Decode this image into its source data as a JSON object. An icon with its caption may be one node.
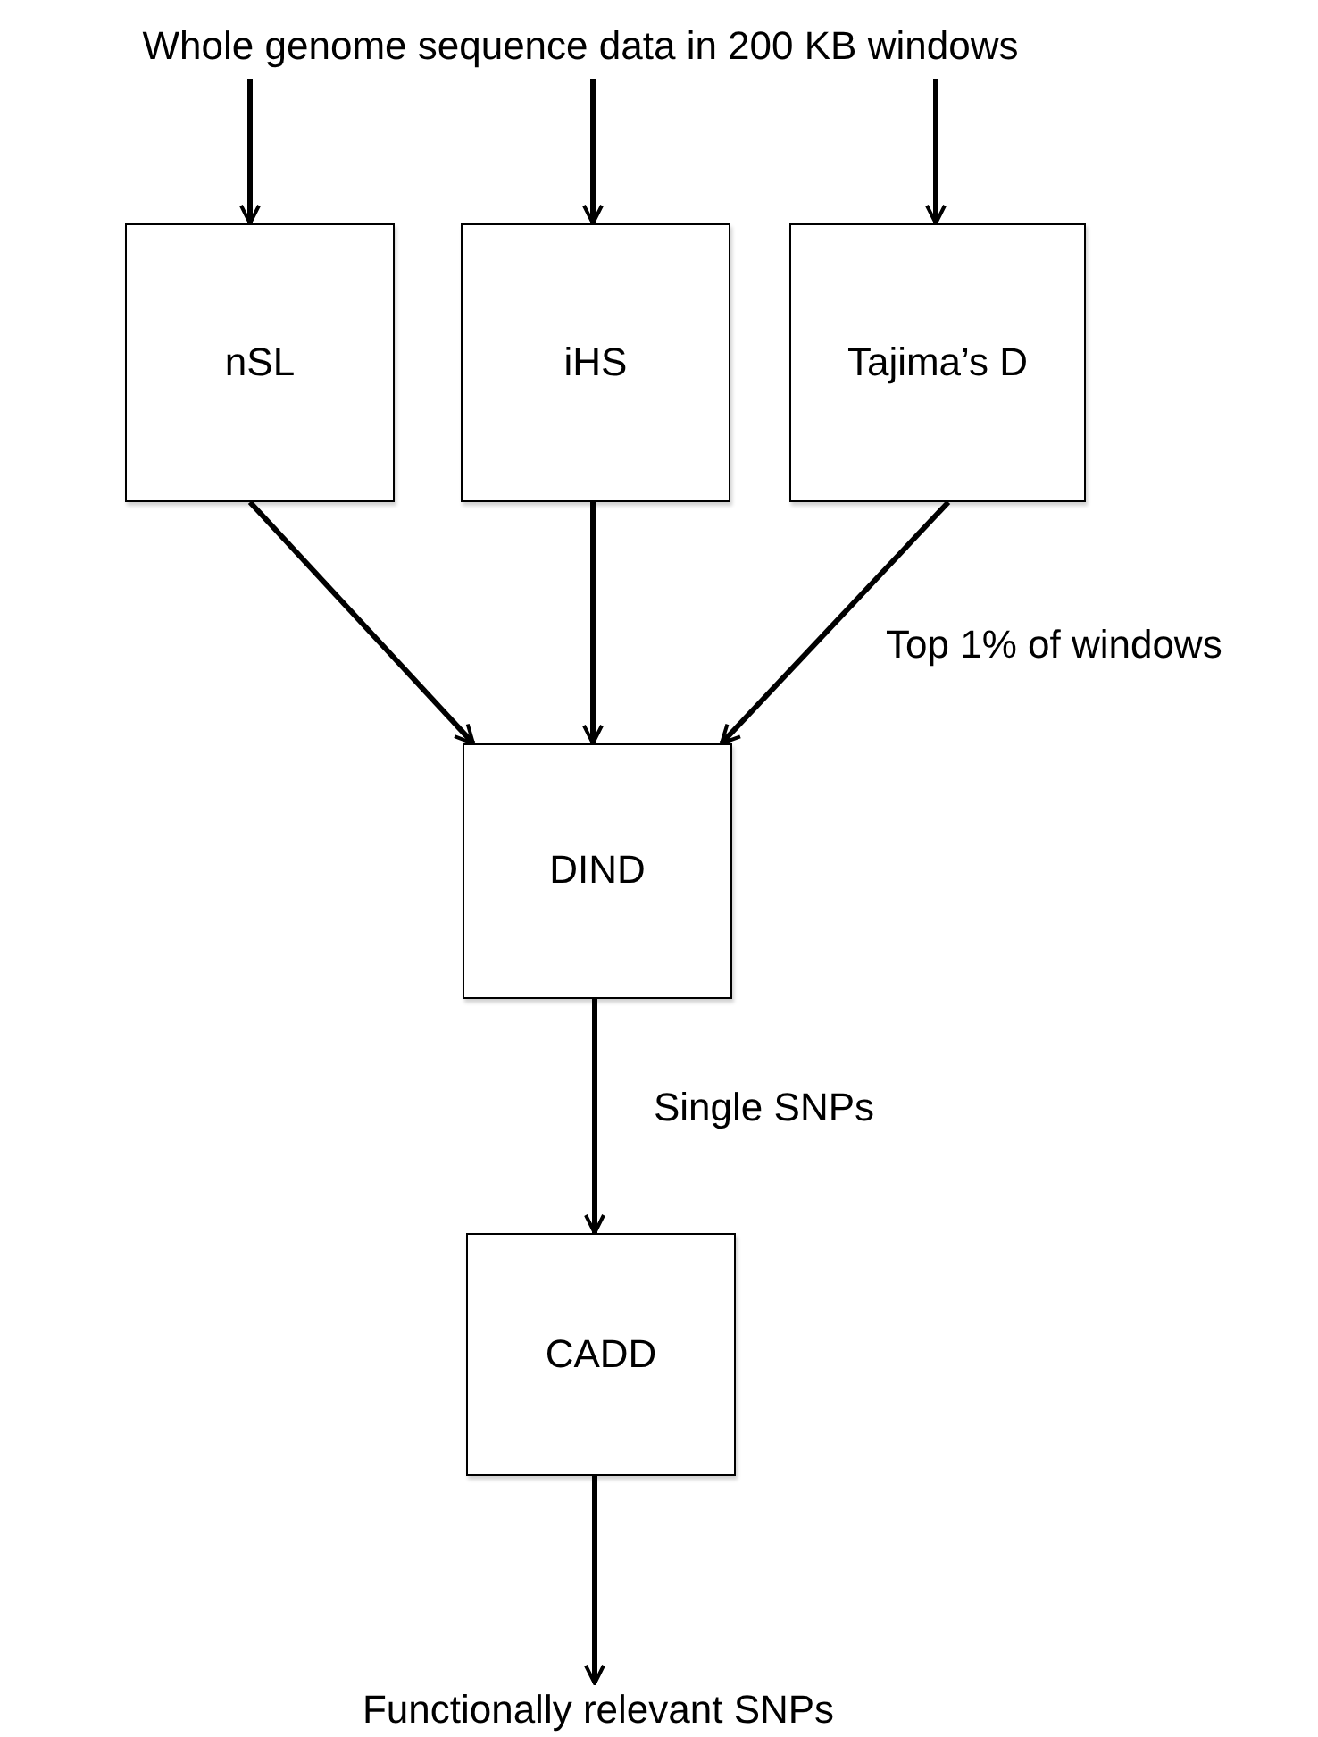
{
  "diagram": {
    "nodes": [
      {
        "text": [
          "Whole genome sequence data in 200 KB windows"
        ]
      },
      {
        "text": [
          "nSL"
        ]
      },
      {
        "text": [
          "iHS"
        ]
      },
      {
        "text": [
          "Tajima’s D"
        ]
      },
      {
        "text": [
          "DIND"
        ]
      },
      {
        "text": [
          "CADD"
        ]
      },
      {
        "text": [
          "Functionally relevant SNPs"
        ]
      }
    ],
    "edges": [
      {
        "from": 0,
        "to": 1,
        "arrow": "to"
      },
      {
        "from": 0,
        "to": 2,
        "arrow": "to"
      },
      {
        "from": 0,
        "to": 3,
        "arrow": "to"
      },
      {
        "from": 1,
        "to": 4,
        "arrow": "to"
      },
      {
        "from": 2,
        "to": 4,
        "arrow": "to"
      },
      {
        "from": 3,
        "to": 4,
        "arrow": "to",
        "label": "Top 1% of windows"
      },
      {
        "from": 4,
        "to": 5,
        "arrow": "to",
        "label": "Single SNPs"
      },
      {
        "from": 5,
        "to": 6,
        "arrow": "to"
      }
    ]
  }
}
